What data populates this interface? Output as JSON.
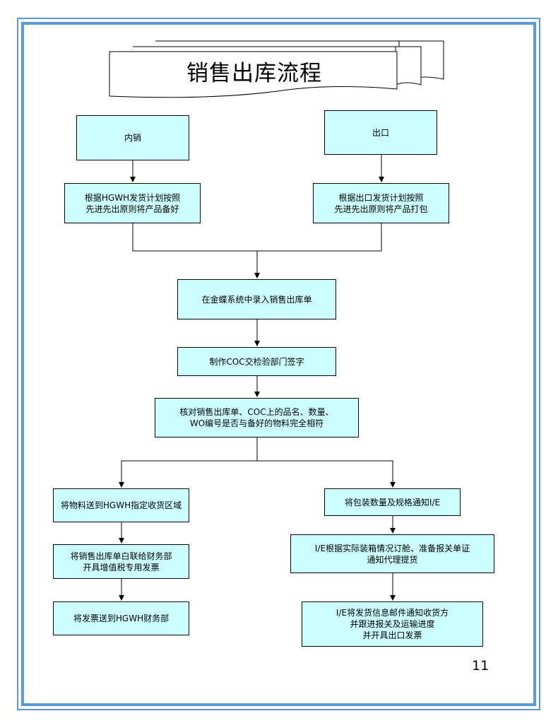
{
  "title": "销售出库流程",
  "page_number": "11",
  "colors": {
    "box_fill": "#ccffff",
    "frame": "#5b9bd5",
    "line": "#000000"
  },
  "boxes": {
    "domestic": "内销",
    "export": "出口",
    "domestic_prep": "根据HGWH发货计划按照\n先进先出原则将产品备好",
    "export_prep": "根据出口发货计划按照\n先进先出原则将产品打包",
    "kingdee_entry": "在金蝶系统中录入销售出库单",
    "coc": "制作COC交检验部门签字",
    "verify": "核对销售出库单、COC上的品名、数量、\nWO编号是否与备好的物料完全相符",
    "deliver_zone": "将物料送到HGWH指定收货区域",
    "notify_ie": "将包装数量及规格通知I/E",
    "invoice_vat": "将销售出库单白联给财务部\n开具增值税专用发票",
    "ie_booking": "I/E根据实际装箱情况订舱、准备报关单证\n通知代理提货",
    "send_invoice": "将发票送到HGWH财务部",
    "ie_followup": "I/E将发货信息邮件通知收货方\n并跟进报关及运输进度\n并开具出口发票"
  }
}
